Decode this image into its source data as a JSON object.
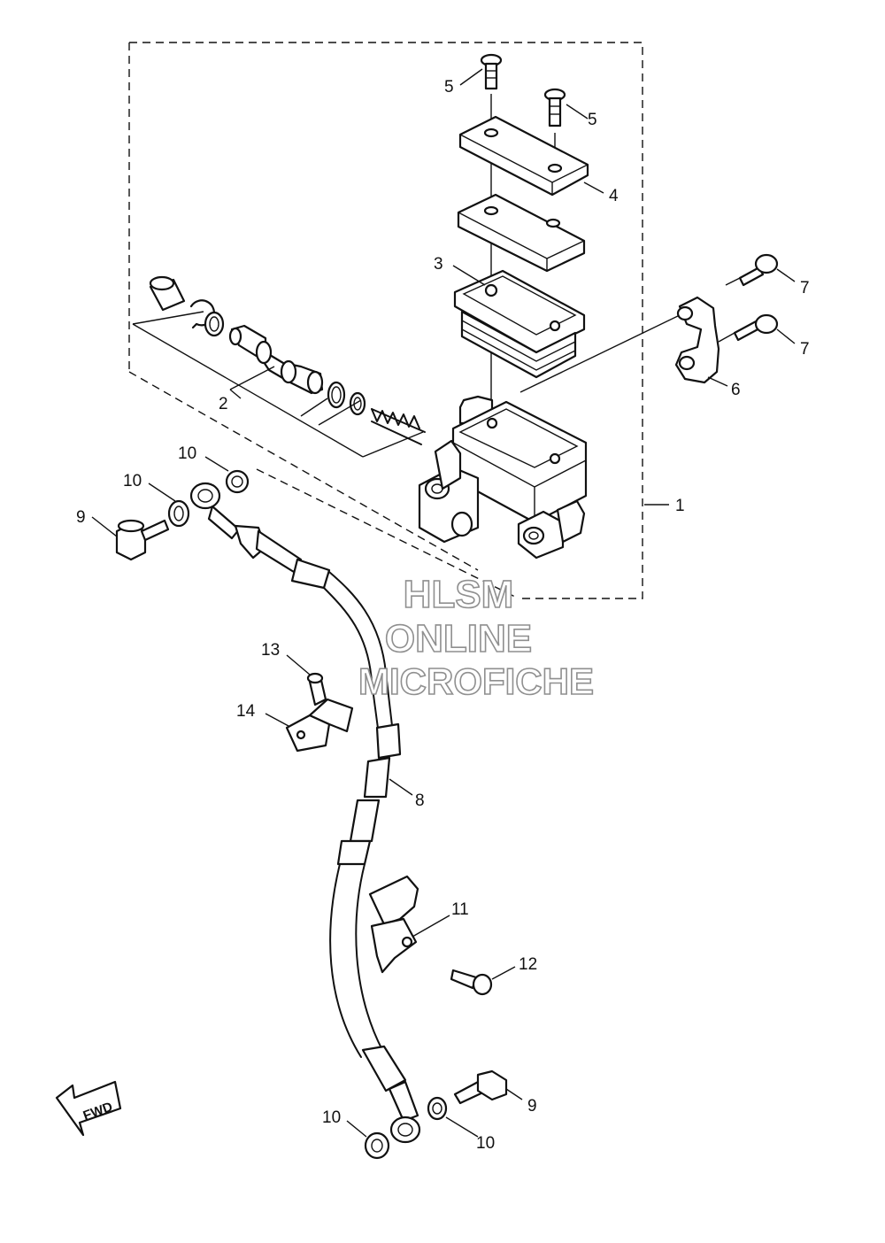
{
  "callouts": [
    {
      "id": "c1",
      "text": "1"
    },
    {
      "id": "c2",
      "text": "2"
    },
    {
      "id": "c3",
      "text": "3"
    },
    {
      "id": "c4",
      "text": "4"
    },
    {
      "id": "c5a",
      "text": "5"
    },
    {
      "id": "c5b",
      "text": "5"
    },
    {
      "id": "c6",
      "text": "6"
    },
    {
      "id": "c7a",
      "text": "7"
    },
    {
      "id": "c7b",
      "text": "7"
    },
    {
      "id": "c8",
      "text": "8"
    },
    {
      "id": "c9a",
      "text": "9"
    },
    {
      "id": "c9b",
      "text": "9"
    },
    {
      "id": "c10a",
      "text": "10"
    },
    {
      "id": "c10b",
      "text": "10"
    },
    {
      "id": "c10c",
      "text": "10"
    },
    {
      "id": "c10d",
      "text": "10"
    },
    {
      "id": "c11",
      "text": "11"
    },
    {
      "id": "c12",
      "text": "12"
    },
    {
      "id": "c13",
      "text": "13"
    },
    {
      "id": "c14",
      "text": "14"
    }
  ],
  "watermark": {
    "line1": "HLSM",
    "line2": "ONLINE",
    "line3": "MICROFICHE"
  },
  "direction_marker": {
    "text": "FWD"
  },
  "colors": {
    "line": "#111111",
    "watermark_outline": "#8f8f8f",
    "background": "#ffffff"
  }
}
